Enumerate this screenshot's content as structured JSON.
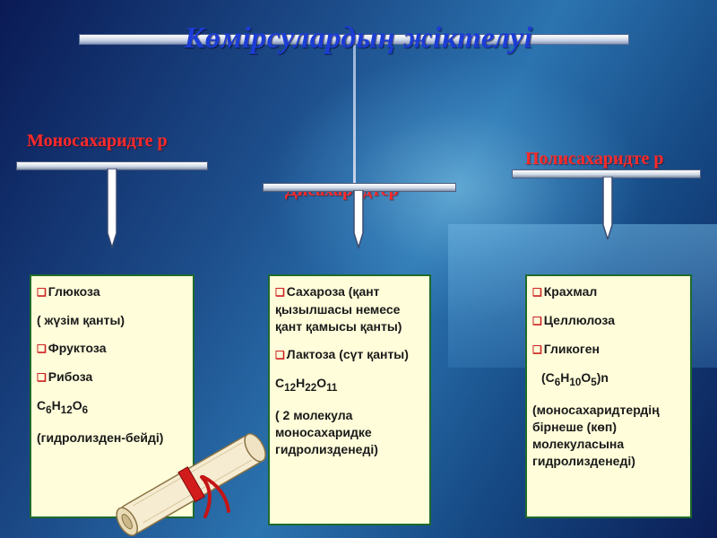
{
  "title": "Көмірсулардың жіктелуі",
  "categories": {
    "mono": "Моносахаридте р",
    "di": "Дисахаридтер",
    "poly": "Полисахаридте р"
  },
  "boxes": {
    "mono": {
      "glucose": "Глюкоза",
      "glucose_note": "( жүзім қанты)",
      "fructose": "Фруктоза",
      "ribose": "Рибоза",
      "formula": {
        "c": "C",
        "c_n": "6",
        "h": "H",
        "h_n": "12",
        "o": "O",
        "o_n": "6"
      },
      "note": "(гидролизден-бейді)"
    },
    "di": {
      "sucrose": "Сахароза (қант қызылшасы немесе қант қамысы қанты)",
      "lactose": "Лактоза (сүт қанты)",
      "formula": {
        "c": "C",
        "c_n": "12",
        "h": "H",
        "h_n": "22",
        "o": "O",
        "o_n": "11"
      },
      "note": "( 2 молекула моносахаридке гидролизденеді)"
    },
    "poly": {
      "starch": "Крахмал",
      "cellulose": "Целлюлоза",
      "glycogen": "Гликоген",
      "formula": {
        "open": "(C",
        "c_n": "6",
        "h": "H",
        "h_n": "10",
        "o": "O",
        "o_n": "5",
        "close": ")n"
      },
      "note": "(моносахаридтердің бірнеше (көп) молекуласына гидролизденеді)"
    }
  },
  "bullet_char": "❑",
  "colors": {
    "category": "#ff2a2a",
    "title": "#1c3dd6",
    "box_bg": "#fffdda",
    "box_border": "#1f6b2c"
  }
}
